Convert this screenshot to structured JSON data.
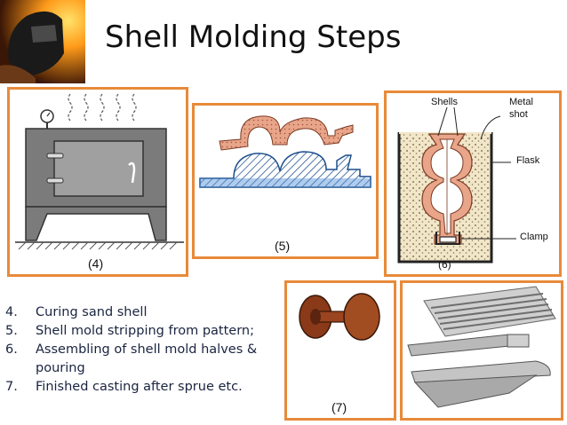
{
  "slide": {
    "title": "Shell Molding Steps",
    "steps": [
      {
        "number": "4.",
        "text": "Curing sand shell"
      },
      {
        "number": "5.",
        "text": "Shell mold stripping from pattern;"
      },
      {
        "number": "6.",
        "text": "Assembling of shell mold halves & pouring"
      },
      {
        "number": "7.",
        "text": "Finished casting after sprue etc."
      }
    ]
  },
  "figures": {
    "oven": {
      "caption": "(4)"
    },
    "stripping": {
      "caption": "(5)"
    },
    "assembly": {
      "caption": "(6)",
      "label_shells": "Shells",
      "label_metal": "Metal",
      "label_shot": "shot",
      "label_flask": "Flask",
      "label_clamp": "Clamp"
    },
    "casting": {
      "caption": "(7)"
    }
  },
  "colors": {
    "panel_border": "#e88a3a",
    "sand": "#e9a58a",
    "pattern": "#4f8fd6"
  }
}
